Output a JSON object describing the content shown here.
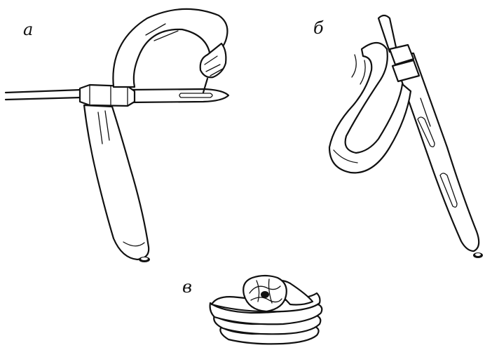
{
  "figure": {
    "labels": {
      "a": "а",
      "b": "б",
      "v": "в"
    },
    "colors": {
      "ink": "#111111",
      "background": "#ffffff"
    }
  }
}
